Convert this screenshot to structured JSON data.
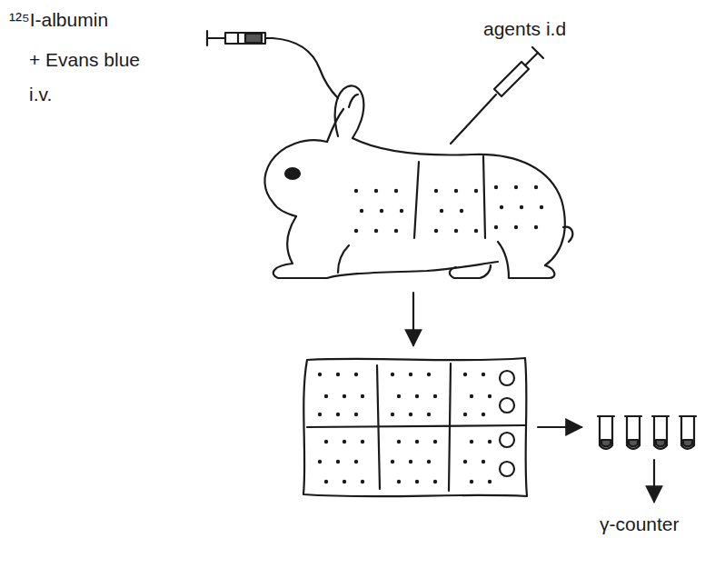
{
  "diagram": {
    "labels": [
      "¹²⁵I-albumin",
      "+ Evans blue",
      "i.v.",
      "agents i.d",
      "γ-counter"
    ]
  }
}
